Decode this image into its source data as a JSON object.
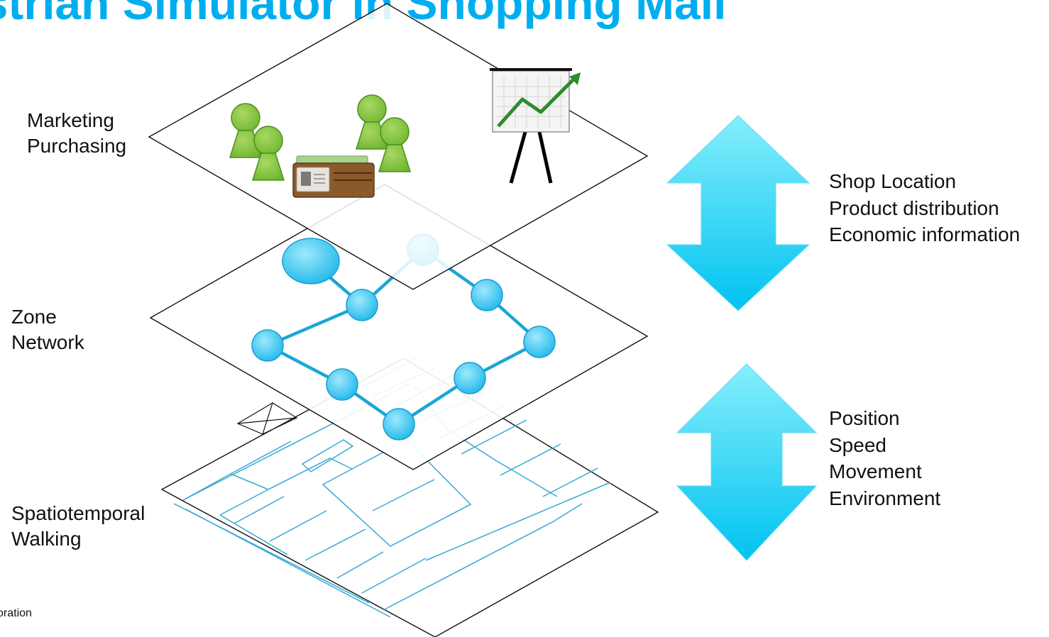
{
  "title": "estrian Simulator in Shopping Mall",
  "layers": [
    {
      "id": "top",
      "lines": [
        "Marketing",
        "Purchasing"
      ]
    },
    {
      "id": "middle",
      "lines": [
        "Zone",
        "Network"
      ]
    },
    {
      "id": "bottom",
      "lines": [
        "Spatiotemporal",
        "Walking"
      ]
    }
  ],
  "upper_exchange": {
    "lines": [
      "Shop Location",
      "Product distribution",
      "Economic information"
    ]
  },
  "lower_exchange": {
    "lines": [
      "Position",
      "Speed",
      "Movement",
      "Environment"
    ]
  },
  "footer": "oration",
  "icons": {
    "top_layer": [
      "person-icon",
      "person-icon",
      "person-icon",
      "person-icon",
      "wallet-icon",
      "presentation-chart-icon"
    ],
    "arrows": [
      "double-arrow-icon",
      "double-arrow-icon"
    ]
  },
  "colors": {
    "title": "#00AEEF",
    "arrow_fill_top": "#7BE8FB",
    "arrow_fill_bottom": "#00C4F0",
    "network_node": "#3CC8F2",
    "network_edge": "#1BA6D3",
    "floorplan_line": "#37A8D6",
    "person": "#8CC63E",
    "chart_trend": "#3A9E3A"
  }
}
